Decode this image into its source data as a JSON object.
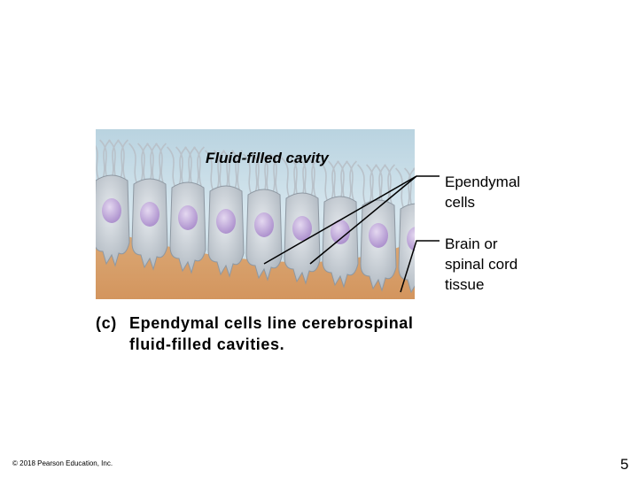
{
  "labels": {
    "cavity": "Fluid-filled cavity",
    "ependymal": "Ependymal\ncells",
    "tissue": "Brain or\nspinal cord\ntissue"
  },
  "caption": {
    "letter": "(c)",
    "line1": "Ependymal cells line cerebrospinal",
    "line2": "fluid-filled cavities."
  },
  "footer": {
    "copyright": "© 2018 Pearson Education, Inc.",
    "page_number": "5"
  },
  "colors": {
    "fluid": "#c9dce6",
    "tissue": "#d9a06a",
    "cell": "#c8ced4",
    "nucleus": "#b9a3d2"
  }
}
